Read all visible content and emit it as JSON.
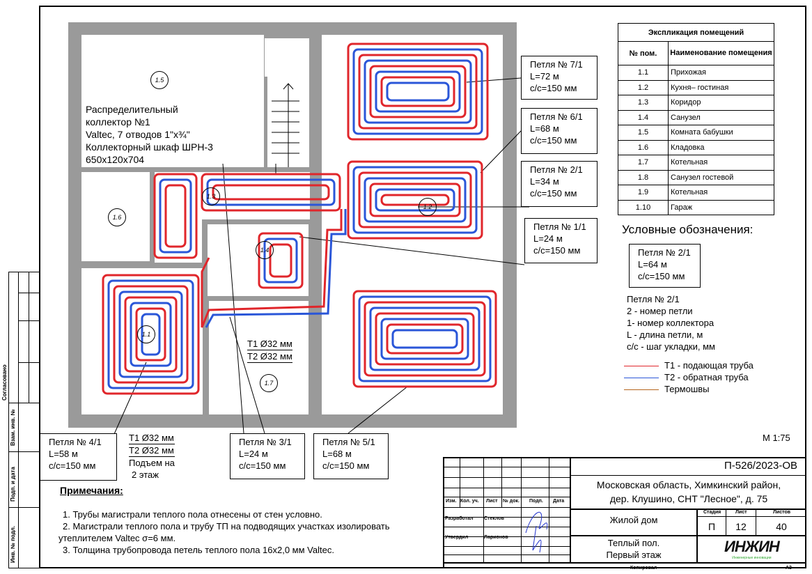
{
  "collector": {
    "line1": "Распределительный",
    "line2": "коллектор №1",
    "line3": "Valtec, 7 отводов 1\"х¾\"",
    "line4": "Коллекторный шкаф ШРН-3",
    "line5": "650х120х704"
  },
  "rooms": {
    "r15": "1.5",
    "r16": "1.6",
    "r13": "1.3",
    "r14": "1.4",
    "r11": "1.1",
    "r17": "1.7",
    "r12": "1.2"
  },
  "loops": [
    {
      "title": "Петля № 7/1",
      "length": "L=72 м",
      "step": "c/c=150 мм"
    },
    {
      "title": "Петля № 6/1",
      "length": "L=68 м",
      "step": "c/c=150 мм"
    },
    {
      "title": "Петля № 2/1",
      "length": "L=34 м",
      "step": "c/c=150 мм"
    },
    {
      "title": "Петля № 1/1",
      "length": "L=24 м",
      "step": "c/c=150 мм"
    },
    {
      "title": "Петля № 4/1",
      "length": "L=58 м",
      "step": "c/c=150 мм"
    },
    {
      "title": "Петля № 3/1",
      "length": "L=24 м",
      "step": "c/c=150 мм"
    },
    {
      "title": "Петля № 5/1",
      "length": "L=68 м",
      "step": "c/c=150 мм"
    }
  ],
  "mains": {
    "t1": "T1 Ø32 мм",
    "t2": "T2 Ø32 мм"
  },
  "riser": {
    "t1": "T1 Ø32 мм",
    "t2": "T2 Ø32 мм",
    "l1": "Подъем на",
    "l2": "2 этаж"
  },
  "explication": {
    "title": "Экспликация помещений",
    "col_num": "№ пом.",
    "col_name": "Наименование помещения",
    "rows": [
      [
        "1.1",
        "Прихожая"
      ],
      [
        "1.2",
        "Кухня– гостиная"
      ],
      [
        "1.3",
        "Коридор"
      ],
      [
        "1.4",
        "Санузел"
      ],
      [
        "1.5",
        "Комната бабушки"
      ],
      [
        "1.6",
        "Кладовка"
      ],
      [
        "1.7",
        "Котельная"
      ],
      [
        "1.8",
        "Санузел гостевой"
      ],
      [
        "1.9",
        "Котельная"
      ],
      [
        "1.10",
        "Гараж"
      ]
    ]
  },
  "legend": {
    "title": "Условные обозначения:",
    "sample": {
      "title": "Петля № 2/1",
      "length": "L=64 м",
      "step": "c/c=150 мм"
    },
    "desc": [
      "Петля № 2/1",
      "2 - номер петли",
      "1- номер коллектора",
      "L - длина петли, м",
      "c/c - шаг укладки, мм"
    ],
    "lines": [
      {
        "label": "T1 - подающая труба",
        "color": "#e0262b"
      },
      {
        "label": "T2 - обратная труба",
        "color": "#2a56d8"
      },
      {
        "label": "Термошвы",
        "color": "#b5651d"
      }
    ]
  },
  "scale": "М 1:75",
  "notes": {
    "title": "Примечания:",
    "items": [
      "1.   Трубы магистрали теплого пола отнесены от стен условно.",
      "2.   Магистрали теплого пола и трубу ТП на подводящих участках изолировать",
      "утеплителем Valtec σ=6 мм.",
      "3.   Толщина трубопровода петель теплого пола 16х2,0 мм Valtec."
    ]
  },
  "titleblock": {
    "code": "П-526/2023-ОВ",
    "address1": "Московская область, Химкинский район,",
    "address2": "дер. Клушино, СНТ \"Лесное\", д. 75",
    "cols": [
      "Изм.",
      "Кол. уч.",
      "Лист",
      "№ док.",
      "Подп.",
      "Дата"
    ],
    "developed_label": "Разработал",
    "developed_by": "Стеклов",
    "approved_label": "Утвердил",
    "approved_by": "Ларионов",
    "building": "Жилой дом",
    "stage_label": "Стадия",
    "sheet_label": "Лист",
    "sheets_label": "Листов",
    "stage": "П",
    "sheet": "12",
    "sheets": "40",
    "drawing1": "Теплый пол.",
    "drawing2": "Первый этаж",
    "logo": "ИНЖИН",
    "logo_sub": "Инженерные инновации",
    "copied": "Копировал",
    "format": "А3"
  },
  "side_stamp": {
    "agreed": "Согласовано",
    "inv_repl": "Взам. инв. №",
    "sign_date": "Подп. и дата",
    "inv_orig": "Инв. № подл."
  },
  "colors": {
    "supply": "#e0262b",
    "return": "#2a56d8",
    "wall": "#9a9a9a"
  }
}
